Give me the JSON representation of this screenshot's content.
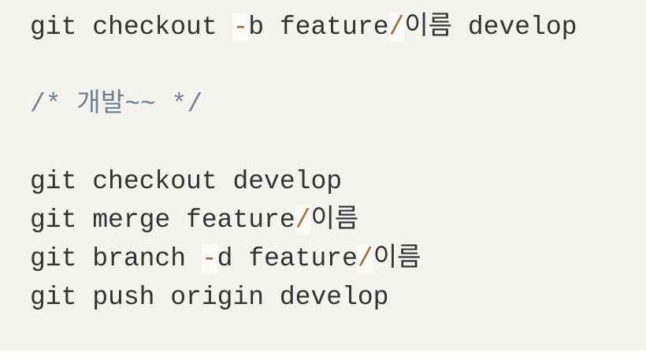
{
  "code_block": {
    "content_kind": "git-flow-commands",
    "colors": {
      "block_background": "#f5f3ef",
      "page_background": "#ffffff",
      "plain_text": "#333333",
      "comment_text": "#708090",
      "operator_text": "#9a6e3a",
      "operator_background": "rgba(255,255,255,0.55)"
    },
    "lines": [
      {
        "segments": [
          {
            "type": "plain",
            "text": "git checkout "
          },
          {
            "type": "operator",
            "text": "-"
          },
          {
            "type": "plain",
            "text": "b feature"
          },
          {
            "type": "operator",
            "text": "/"
          },
          {
            "type": "plain",
            "text": "이름 develop"
          }
        ]
      },
      {
        "segments": []
      },
      {
        "segments": [
          {
            "type": "comment",
            "text": "/* 개발~~ */"
          }
        ]
      },
      {
        "segments": []
      },
      {
        "segments": [
          {
            "type": "plain",
            "text": "git checkout develop"
          }
        ]
      },
      {
        "segments": [
          {
            "type": "plain",
            "text": "git merge feature"
          },
          {
            "type": "operator",
            "text": "/"
          },
          {
            "type": "plain",
            "text": "이름"
          }
        ]
      },
      {
        "segments": [
          {
            "type": "plain",
            "text": "git branch "
          },
          {
            "type": "operator",
            "text": "-"
          },
          {
            "type": "plain",
            "text": "d feature"
          },
          {
            "type": "operator",
            "text": "/"
          },
          {
            "type": "plain",
            "text": "이름"
          }
        ]
      },
      {
        "segments": [
          {
            "type": "plain",
            "text": "git push origin develop"
          }
        ]
      }
    ]
  }
}
